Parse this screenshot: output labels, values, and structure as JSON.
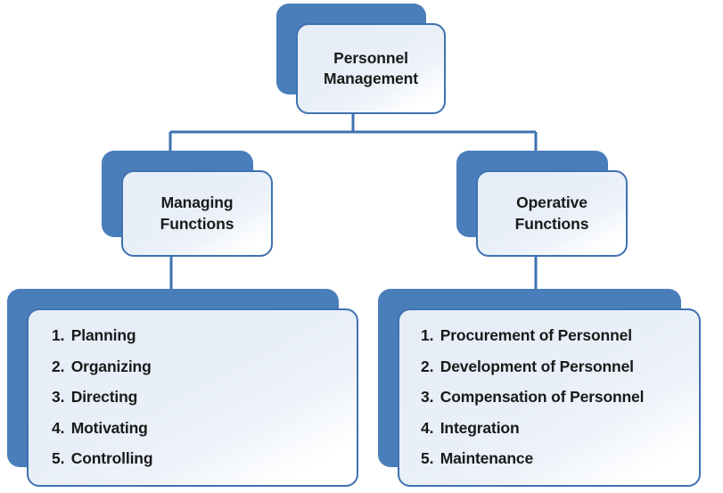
{
  "diagram": {
    "type": "hierarchy",
    "title": "Personnel Management",
    "root": {
      "id": "personnel-management",
      "label": "Personnel\nManagement"
    },
    "branches": [
      {
        "id": "managing-functions",
        "label": "Managing\nFunctions",
        "items": [
          {
            "num": "1.",
            "text": "Planning"
          },
          {
            "num": "2.",
            "text": "Organizing"
          },
          {
            "num": "3.",
            "text": "Directing"
          },
          {
            "num": "4.",
            "text": "Motivating"
          },
          {
            "num": "5.",
            "text": "Controlling"
          }
        ]
      },
      {
        "id": "operative-functions",
        "label": "Operative\nFunctions",
        "items": [
          {
            "num": "1.",
            "text": "Procurement of Personnel"
          },
          {
            "num": "2.",
            "text": "Development of Personnel"
          },
          {
            "num": "3.",
            "text": "Compensation of Personnel"
          },
          {
            "num": "4.",
            "text": "Integration"
          },
          {
            "num": "5.",
            "text": "Maintenance"
          }
        ]
      }
    ],
    "colors": {
      "accent_blue": "#4a7ebb",
      "border_blue": "#3f72b0",
      "card_fill_light": "#e7eef8",
      "card_fill_white": "#ffffff",
      "text": "#1a1a1a",
      "background": "#ffffff"
    }
  }
}
